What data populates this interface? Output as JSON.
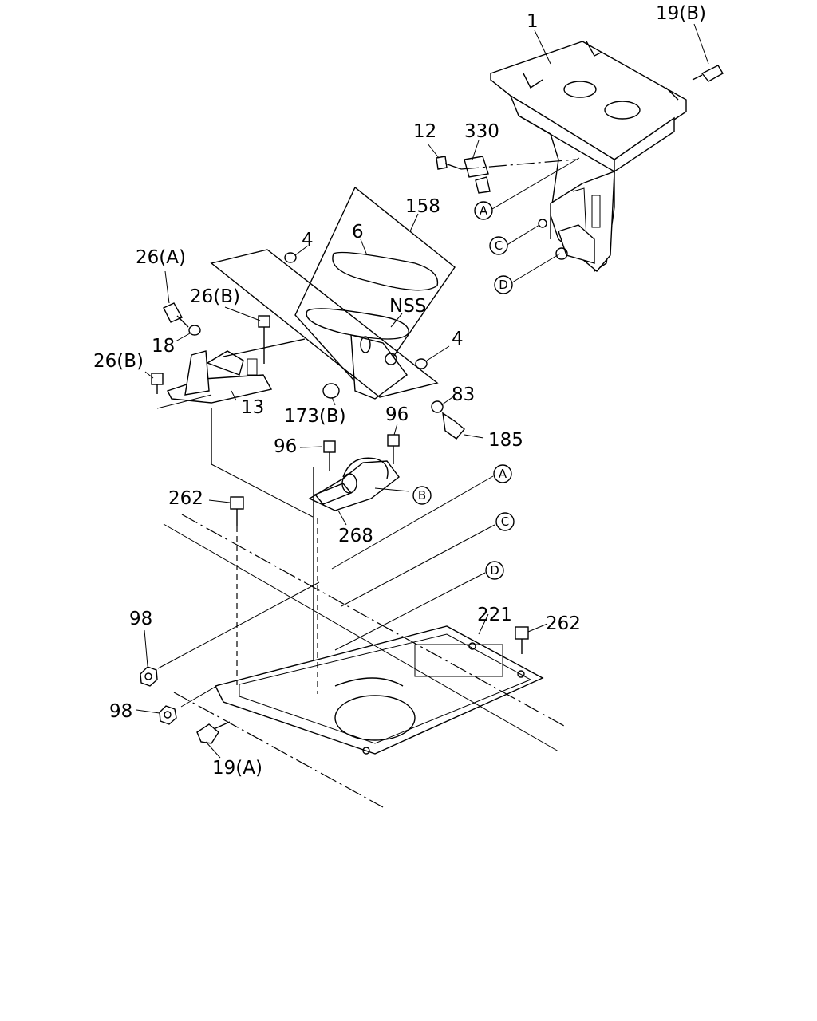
{
  "labels": {
    "p1": "1",
    "p19b": "19(B)",
    "p12": "12",
    "p330": "330",
    "p158": "158",
    "p6": "6",
    "p4a": "4",
    "p4b": "4",
    "nss": "NSS",
    "p26a": "26(A)",
    "p26b_top": "26(B)",
    "p26b_left": "26(B)",
    "p18": "18",
    "p13": "13",
    "p173b": "173(B)",
    "p83": "83",
    "p185": "185",
    "p96a": "96",
    "p96b": "96",
    "p262a": "262",
    "p268": "268",
    "p98a": "98",
    "p98b": "98",
    "p221": "221",
    "p262b": "262",
    "p19a": "19(A)"
  },
  "refs": {
    "a": "A",
    "b": "B",
    "c": "C",
    "d": "D"
  }
}
